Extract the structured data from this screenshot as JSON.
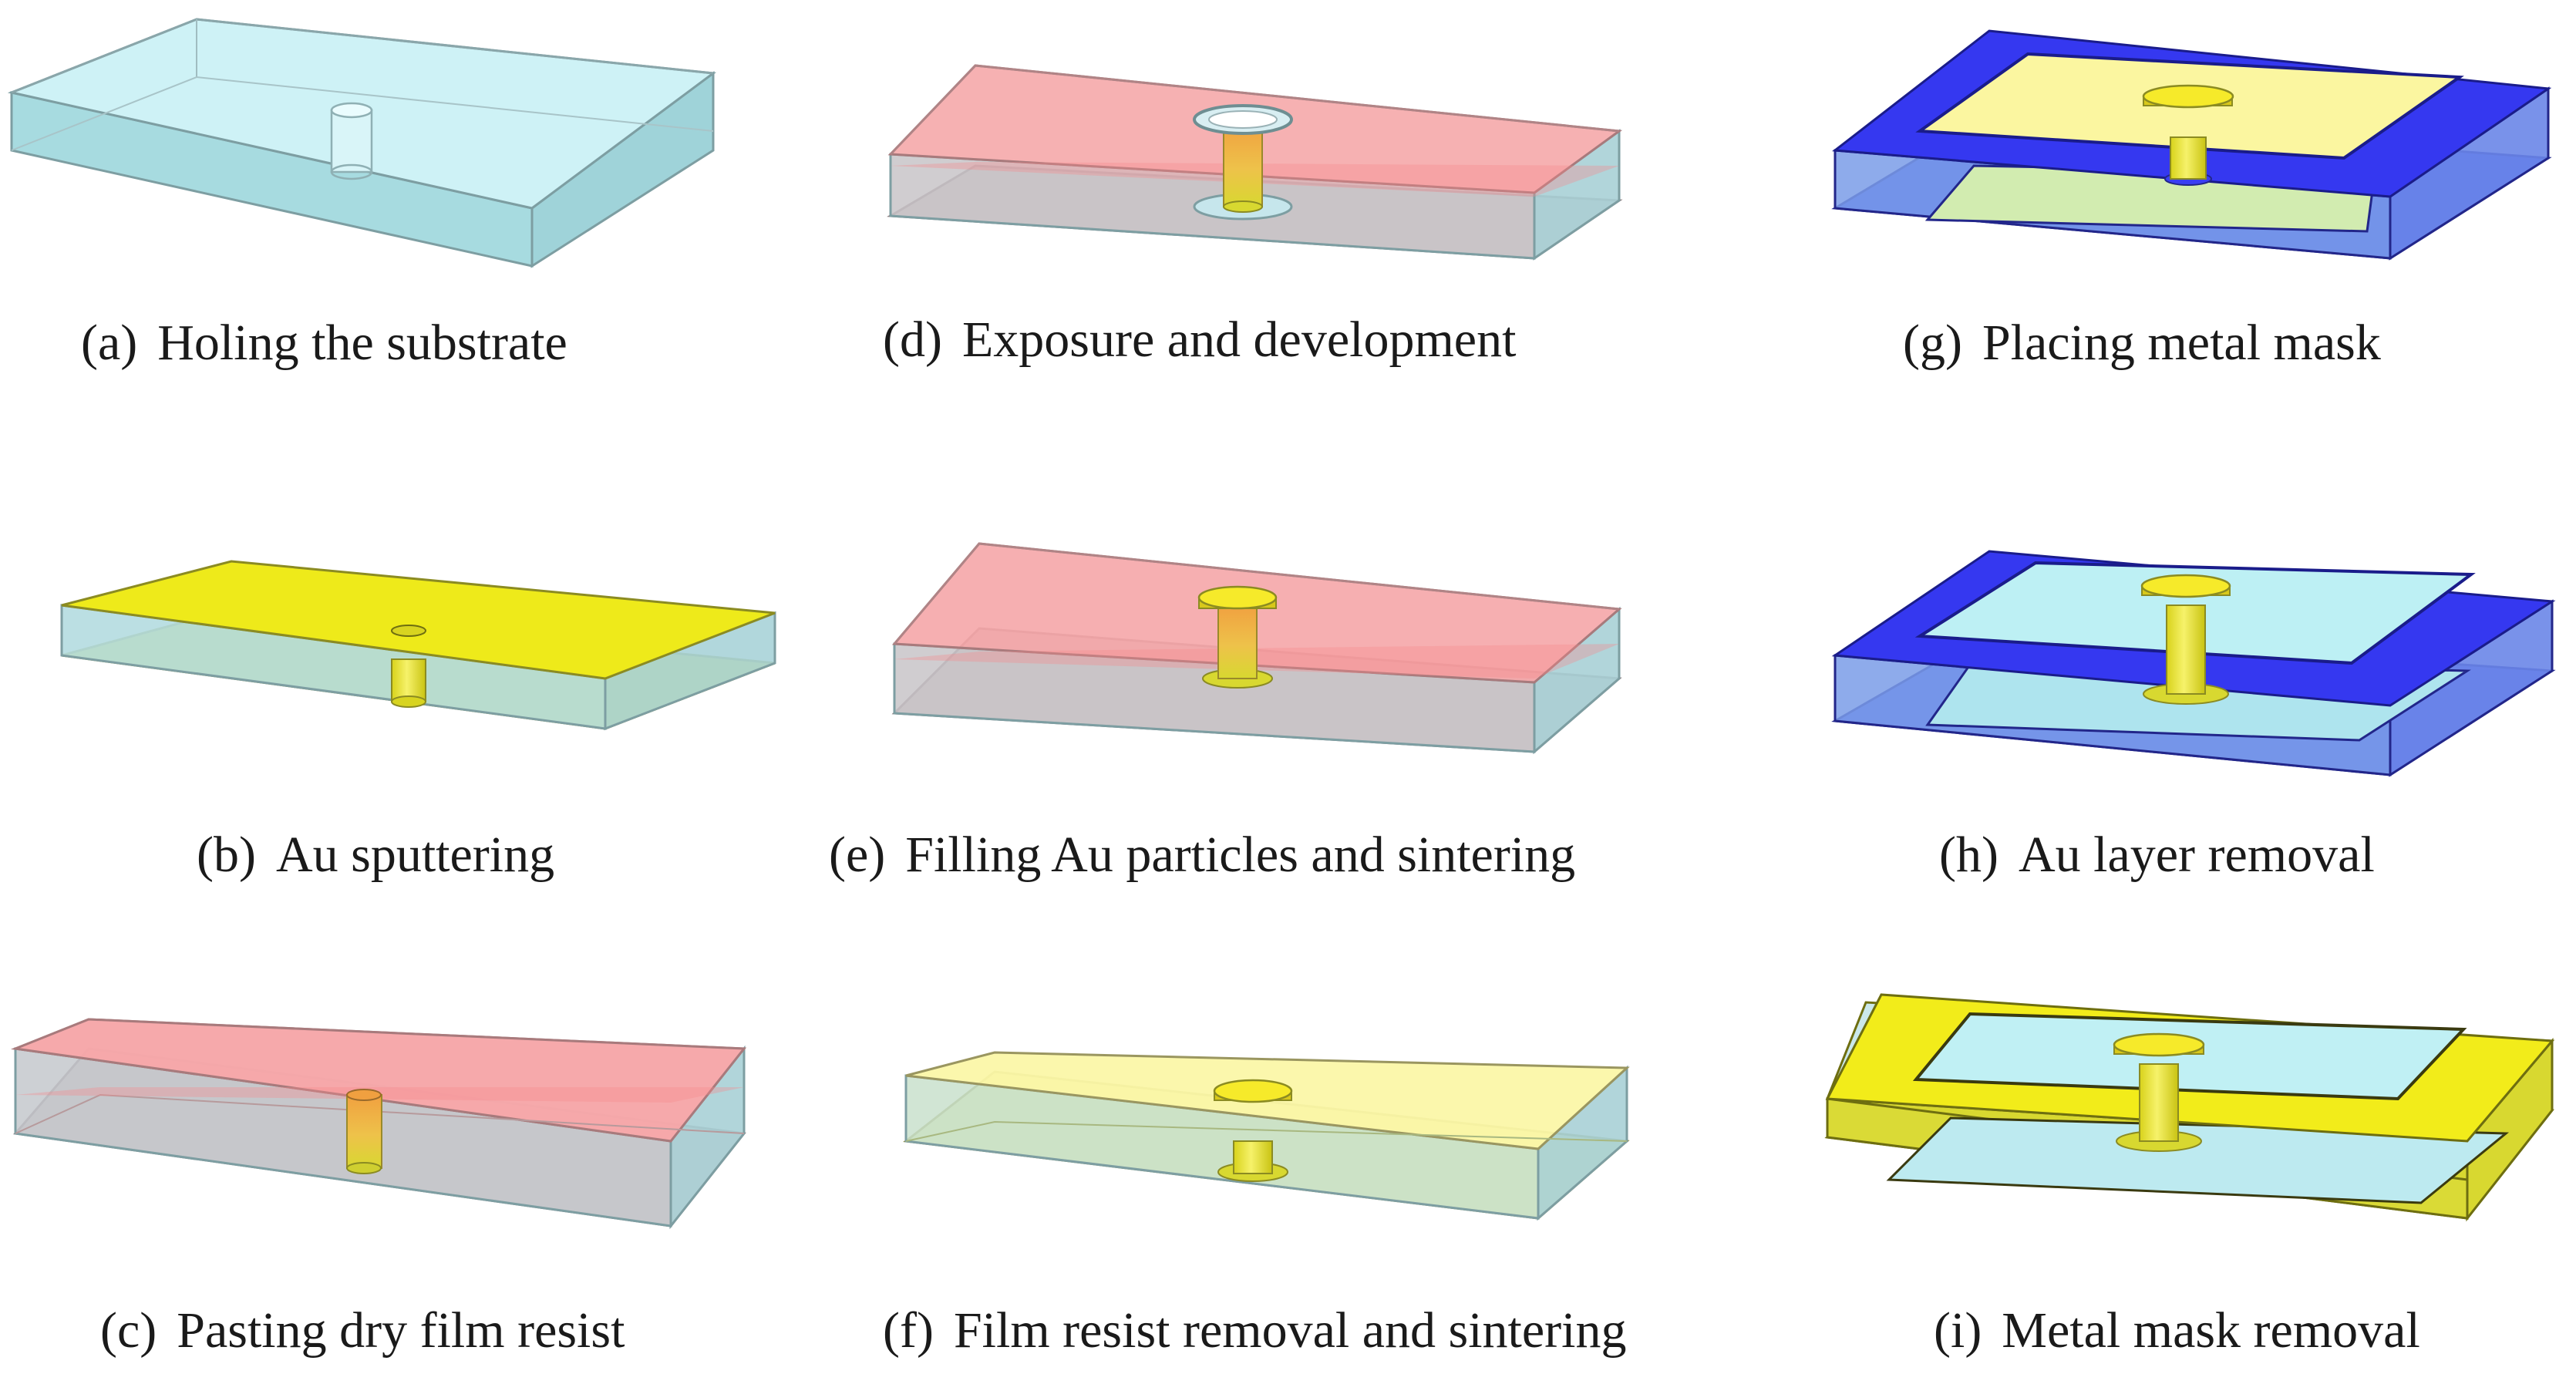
{
  "colors": {
    "substrate": "#bfe8ec",
    "substrate_edge": "#8aa6aa",
    "resist": "#f4a7a7",
    "gold": "#f2ec2a",
    "gold_light": "#faf59a",
    "gold_pale": "#f8f4b8",
    "mask": "#3a3ef2",
    "mask_dark": "#2a2ec8",
    "cyan_window": "#b8eef2"
  },
  "steps": [
    {
      "id": "a",
      "label": "(a)",
      "text": "Holing the substrate"
    },
    {
      "id": "b",
      "label": "(b)",
      "text": "Au sputtering"
    },
    {
      "id": "c",
      "label": "(c)",
      "text": "Pasting dry film resist"
    },
    {
      "id": "d",
      "label": "(d)",
      "text": "Exposure and development"
    },
    {
      "id": "e",
      "label": "(e)",
      "text": "Filling Au particles and sintering"
    },
    {
      "id": "f",
      "label": "(f)",
      "text": "Film resist removal and sintering"
    },
    {
      "id": "g",
      "label": "(g)",
      "text": "Placing metal mask"
    },
    {
      "id": "h",
      "label": "(h)",
      "text": "Au layer removal"
    },
    {
      "id": "i",
      "label": "(i)",
      "text": "Metal mask removal"
    }
  ]
}
